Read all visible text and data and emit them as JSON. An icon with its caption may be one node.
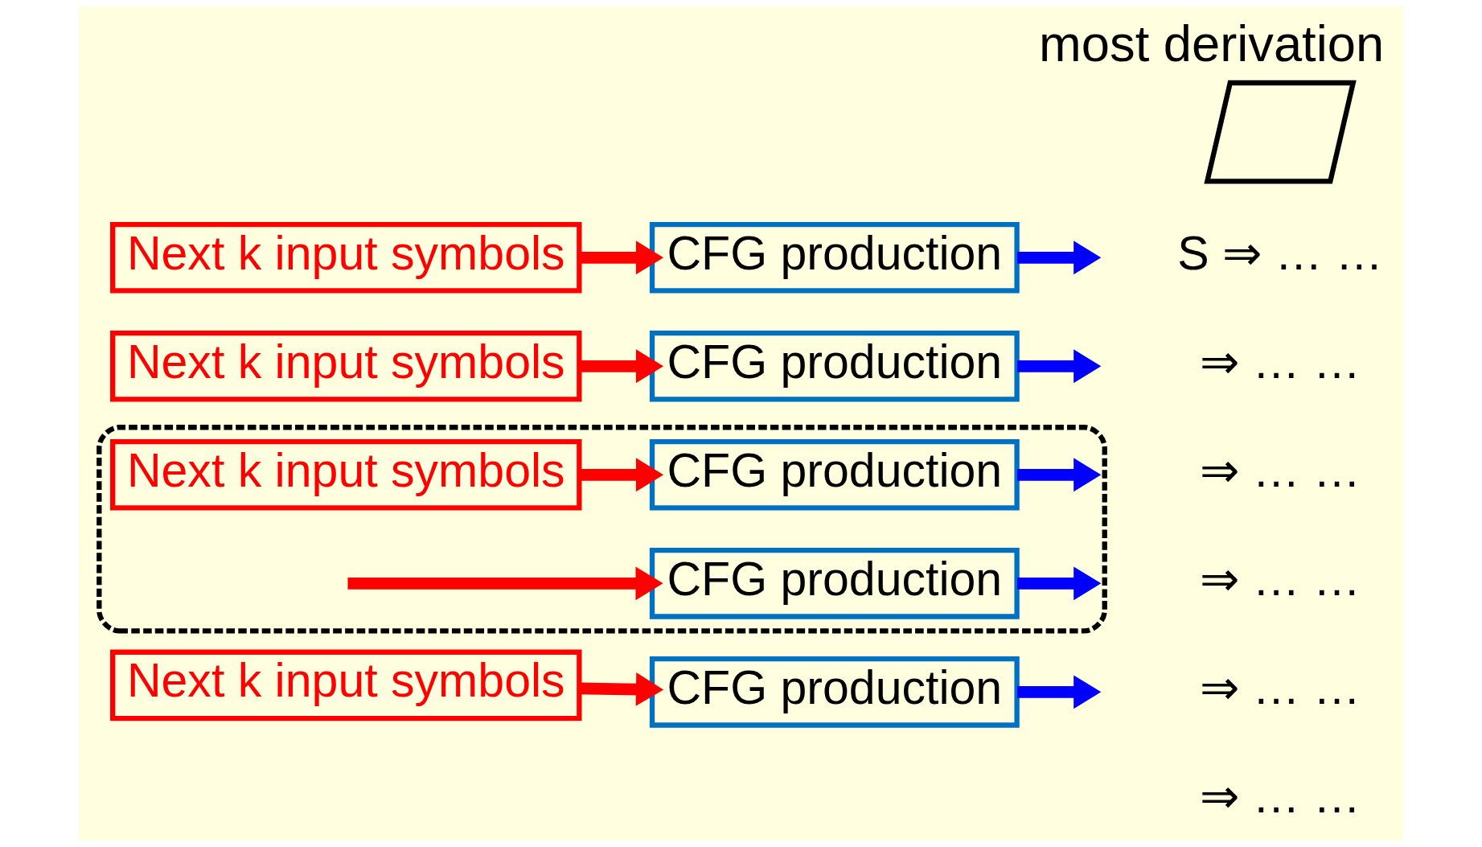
{
  "diagram": {
    "title": "most derivation",
    "nodes": [
      {
        "text": [
          "Next k input symbols"
        ]
      },
      {
        "text": [
          "CFG production"
        ]
      },
      {
        "text": [
          "Next k input symbols"
        ]
      },
      {
        "text": [
          "CFG production"
        ]
      },
      {
        "text": [],
        "shape": "cloud"
      },
      {
        "text": [
          "Next k input symbols"
        ],
        "in": 4
      },
      {
        "text": [
          "CFG production"
        ],
        "in": 4
      },
      {
        "text": [
          "CFG production"
        ],
        "in": 4
      },
      {
        "text": [
          "Next k input symbols"
        ]
      },
      {
        "text": [
          "CFG production"
        ]
      },
      {
        "text": [],
        "shape": "callout"
      }
    ],
    "edges": [
      {
        "from": 0,
        "to": 1,
        "arrow": "to",
        "color": "#ff0000"
      },
      {
        "from": 1,
        "to": null,
        "arrow": "to",
        "color": "#0000ff"
      },
      {
        "from": 2,
        "to": 3,
        "arrow": "to",
        "color": "#ff0000"
      },
      {
        "from": 3,
        "to": null,
        "arrow": "to",
        "color": "#0000ff"
      },
      {
        "from": 5,
        "to": 6,
        "arrow": "to",
        "color": "#ff0000"
      },
      {
        "from": 6,
        "to": null,
        "arrow": "to",
        "color": "#0000ff"
      },
      {
        "from": null,
        "to": 7,
        "arrow": "to",
        "color": "#ff0000"
      },
      {
        "from": 7,
        "to": null,
        "arrow": "to",
        "color": "#0000ff"
      },
      {
        "from": 8,
        "to": 9,
        "arrow": "to",
        "color": "#ff0000"
      },
      {
        "from": 9,
        "to": null,
        "arrow": "to",
        "color": "#0000ff"
      }
    ],
    "labels": [
      "S ⇒ … …",
      "⇒ … …",
      "⇒ … …",
      "⇒ … …",
      "⇒ … …",
      "⇒ … …"
    ]
  }
}
